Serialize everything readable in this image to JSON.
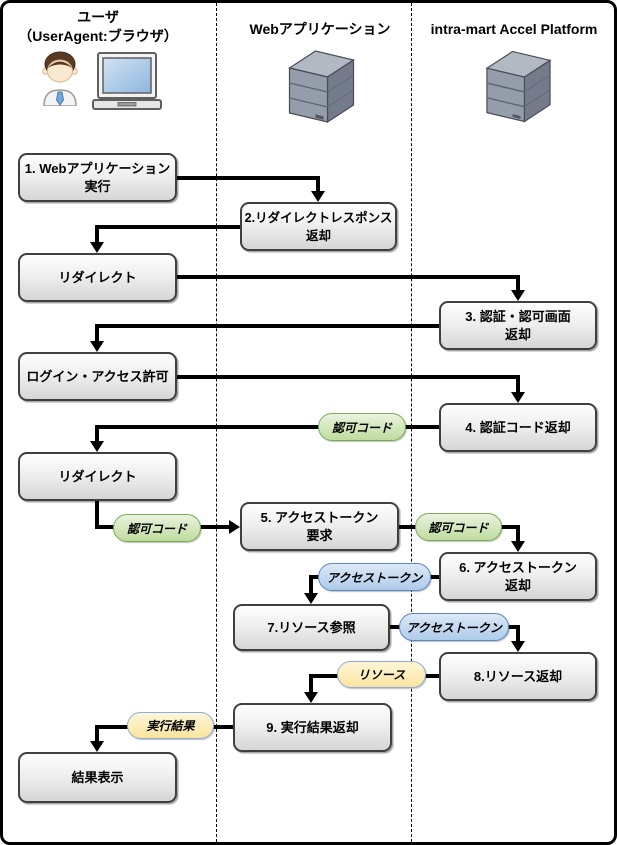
{
  "lanes": [
    {
      "title": "ユーザ\n（UserAgent:ブラウザ）"
    },
    {
      "title": "Webアプリケーション"
    },
    {
      "title": "intra-mart Accel Platform"
    }
  ],
  "nodes": [
    {
      "label": "1. Webアプリケーション\n実行"
    },
    {
      "label": "2.リダイレクトレスポンス\n返却"
    },
    {
      "label": "リダイレクト"
    },
    {
      "label": "3. 認証・認可画面\n返却"
    },
    {
      "label": "ログイン・アクセス許可"
    },
    {
      "label": "4. 認証コード返却"
    },
    {
      "label": "リダイレクト"
    },
    {
      "label": "5. アクセストークン\n要求"
    },
    {
      "label": "6. アクセストークン\n返却"
    },
    {
      "label": "7.リソース参照"
    },
    {
      "label": "8.リソース返却"
    },
    {
      "label": "9. 実行結果返却"
    },
    {
      "label": "結果表示"
    }
  ],
  "pills": [
    {
      "label": "認可コード",
      "type": "green"
    },
    {
      "label": "認可コード",
      "type": "green"
    },
    {
      "label": "認可コード",
      "type": "green"
    },
    {
      "label": "アクセストークン",
      "type": "blue"
    },
    {
      "label": "アクセストークン",
      "type": "blue"
    },
    {
      "label": "リソース",
      "type": "yellow"
    },
    {
      "label": "実行結果",
      "type": "yellow"
    }
  ],
  "icons": {
    "user": "person-icon",
    "user_device": "laptop-icon",
    "web_application": "server-icon",
    "intra_mart": "server-icon"
  },
  "colors": {
    "pill_green_fill": "#bfdc9e",
    "pill_green_border": "#77ad54",
    "pill_blue_fill": "#aecbea",
    "pill_blue_border": "#5b87c5",
    "pill_yellow_fill": "#fae49e",
    "pill_yellow_border": "#8faadc",
    "node_border": "#3f3f3f",
    "arrow": "#000000",
    "lane_divider": "#000000"
  }
}
